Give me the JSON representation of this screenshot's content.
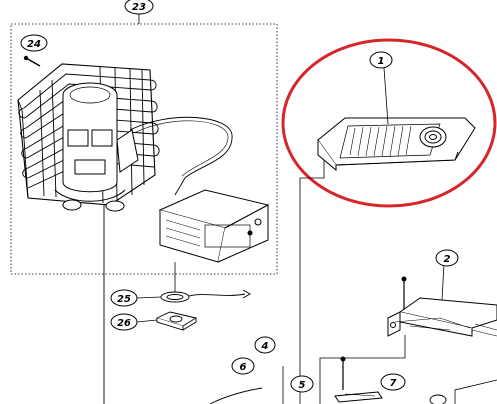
{
  "colors": {
    "line": "#000000",
    "highlight_ring": "#d7262b",
    "background": "#ffffff"
  },
  "callouts": [
    {
      "id": "c1",
      "label": "1"
    },
    {
      "id": "c2",
      "label": "2"
    },
    {
      "id": "c4",
      "label": "4"
    },
    {
      "id": "c5",
      "label": "5"
    },
    {
      "id": "c6",
      "label": "6"
    },
    {
      "id": "c7",
      "label": "7"
    },
    {
      "id": "c23",
      "label": "23"
    },
    {
      "id": "c24",
      "label": "24"
    },
    {
      "id": "c25",
      "label": "25"
    },
    {
      "id": "c26",
      "label": "26"
    }
  ]
}
